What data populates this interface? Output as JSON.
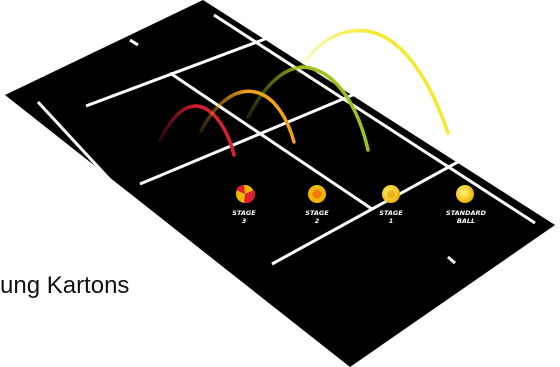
{
  "caption": "ung Kartons",
  "colors": {
    "court": "#000000",
    "lines": "#ffffff",
    "stage3_arc": "#d8202f",
    "stage2_arc": "#f0a21a",
    "stage1_arc": "#9cc21c",
    "standard_arc": "#f2ea2a"
  },
  "balls": [
    {
      "line1": "STAGE",
      "line2": "3"
    },
    {
      "line1": "STAGE",
      "line2": "2"
    },
    {
      "line1": "STAGE",
      "line2": "1"
    },
    {
      "line1": "STANDARD",
      "line2": "BALL"
    }
  ]
}
